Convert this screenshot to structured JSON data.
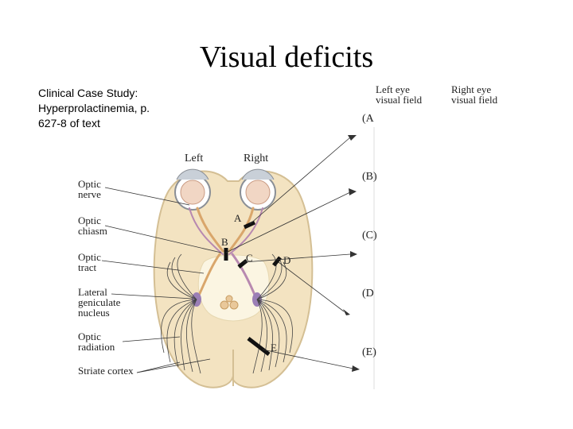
{
  "slide": {
    "title": "Visual deficits",
    "case_study": [
      "Clinical Case Study:",
      "Hyperprolactinemia,  p.",
      "627-8 of text"
    ]
  },
  "diagram": {
    "headers": {
      "left_eye": [
        "Left eye",
        "visual field"
      ],
      "right_eye": [
        "Right eye",
        "visual field"
      ]
    },
    "sides": {
      "left": "Left",
      "right": "Right"
    },
    "structures": [
      [
        "Optic",
        "nerve"
      ],
      [
        "Optic",
        "chiasm"
      ],
      [
        "Optic",
        "tract"
      ],
      [
        "Lateral",
        "geniculate",
        "nucleus"
      ],
      [
        "Optic",
        "radiation"
      ],
      [
        "Striate cortex"
      ]
    ],
    "lesions": [
      "A",
      "B",
      "C",
      "D",
      "E"
    ],
    "panels": [
      "(A",
      "(B)",
      "(C)",
      "(D",
      "(E)"
    ]
  },
  "colors": {
    "brain": "#f3e3c1",
    "brain_outline": "#d4bf94",
    "nerve": "#d9a66b",
    "lgn": "#9b7fb6",
    "lesion": "#111111"
  }
}
